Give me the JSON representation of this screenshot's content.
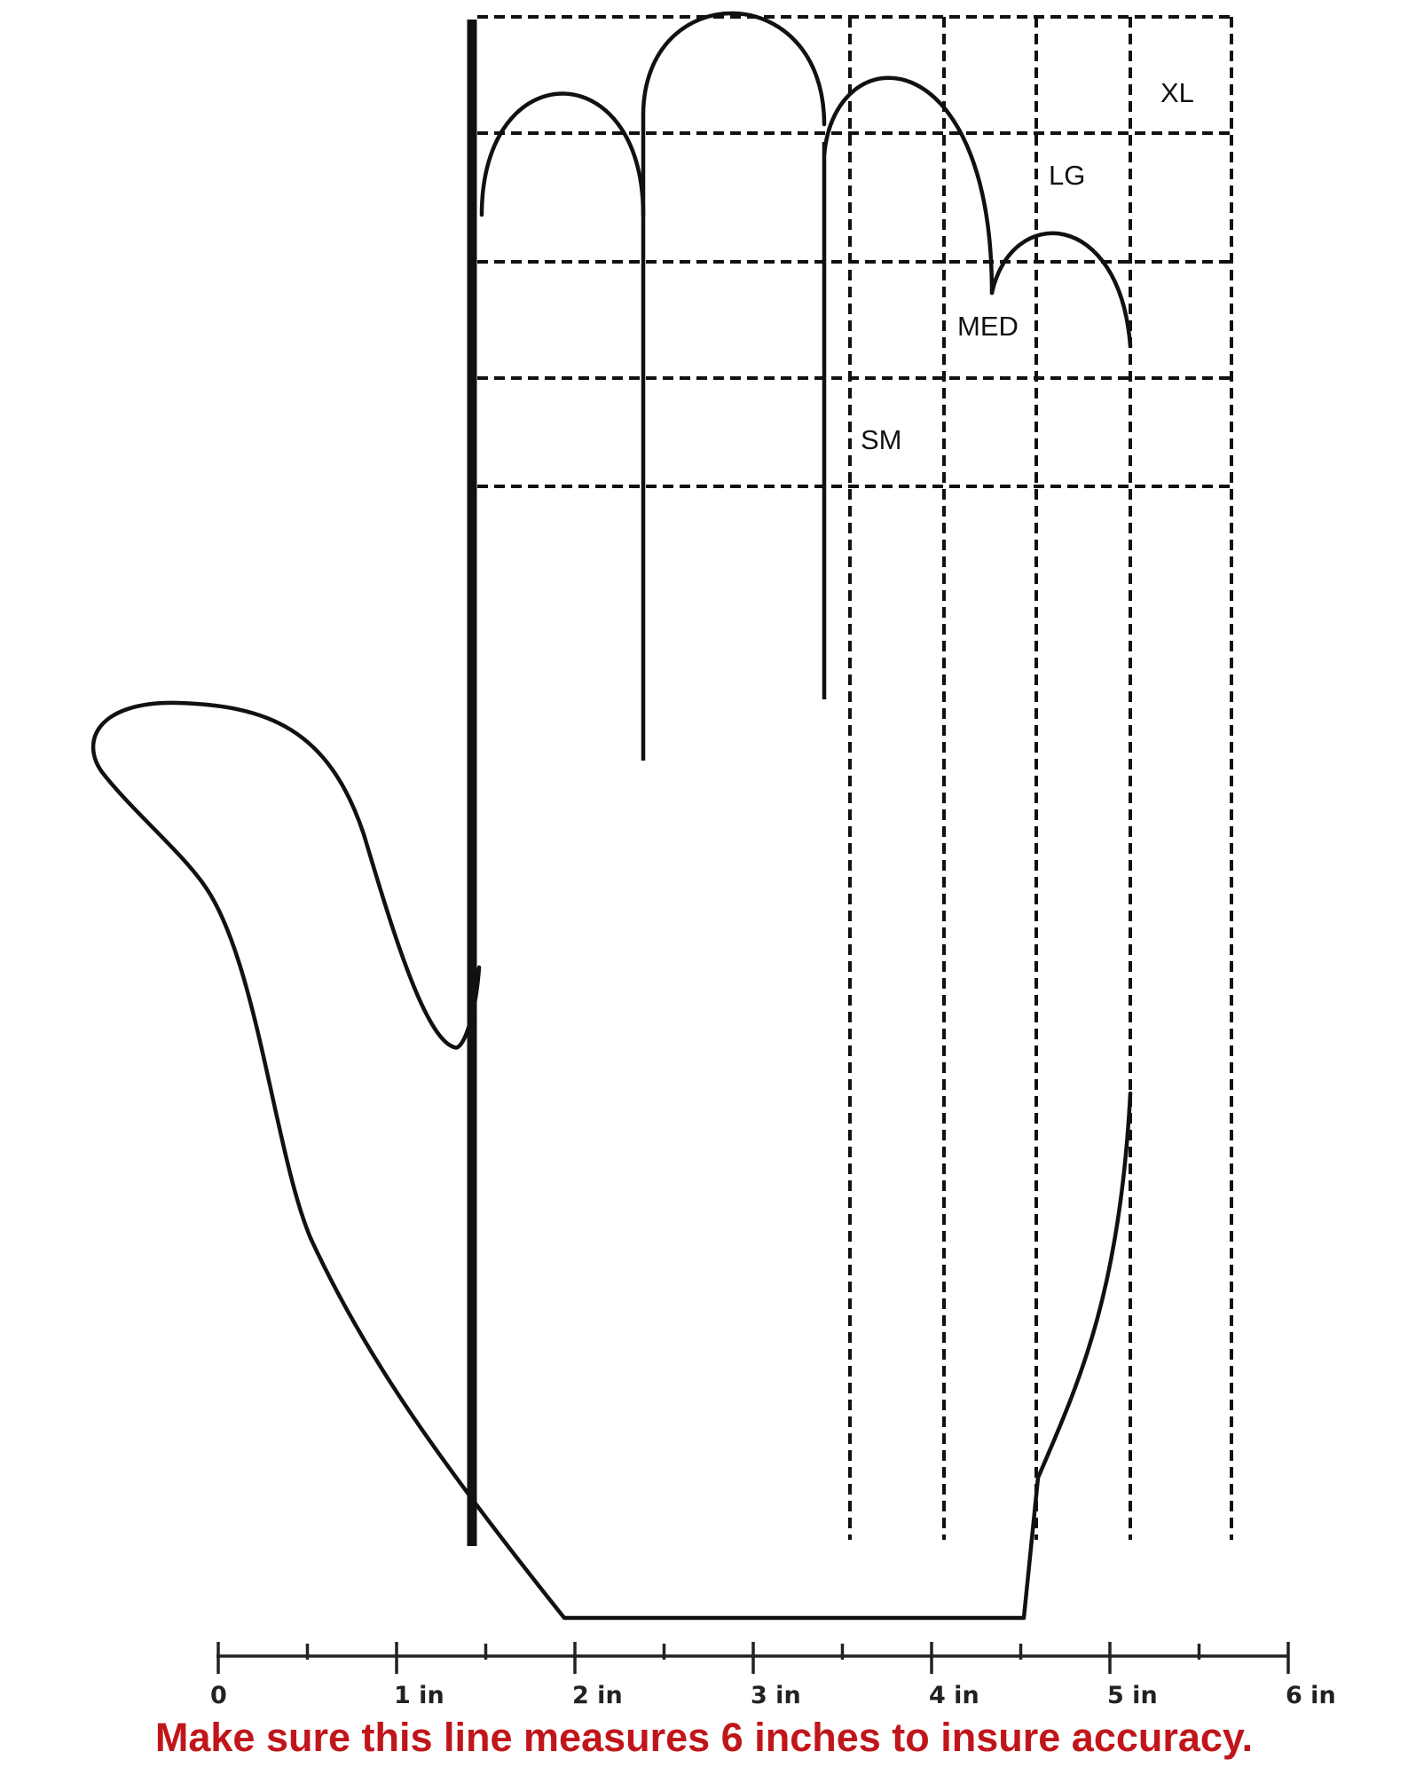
{
  "size_labels": {
    "xl": "XL",
    "lg": "LG",
    "med": "MED",
    "sm": "SM"
  },
  "ruler": {
    "unit": "in",
    "range": [
      0,
      6
    ],
    "minor_step": 0.5,
    "labels": [
      "0",
      "1 in",
      "2 in",
      "3 in",
      "4 in",
      "5 in",
      "6 in"
    ]
  },
  "warning": "Make sure this line measures 6 inches to insure accuracy.",
  "colors": {
    "line": "#111111",
    "warning_text": "#c0161b"
  }
}
